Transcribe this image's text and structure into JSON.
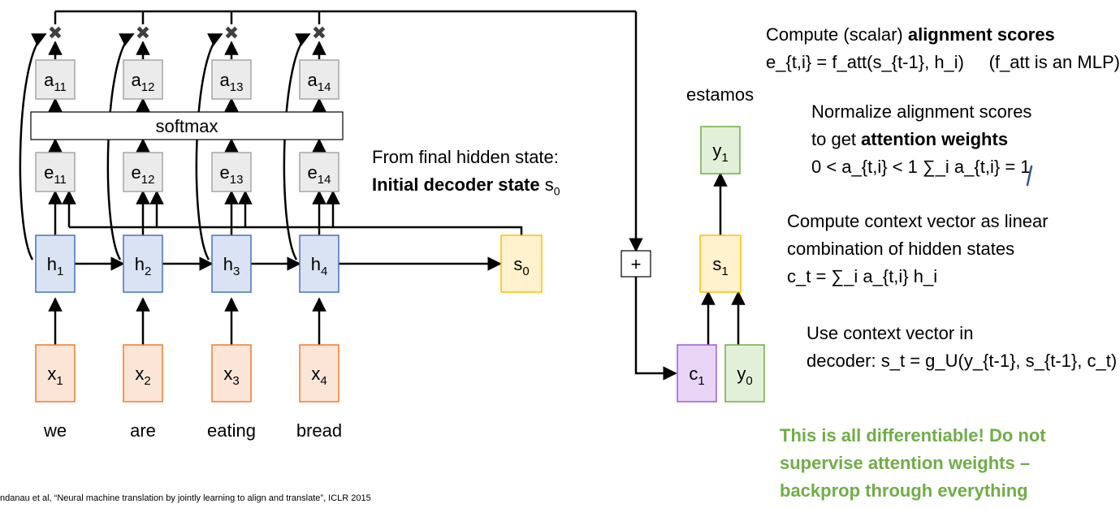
{
  "diagram": {
    "attention_labels": [
      {
        "base": "a",
        "sub": "11"
      },
      {
        "base": "a",
        "sub": "12"
      },
      {
        "base": "a",
        "sub": "13"
      },
      {
        "base": "a",
        "sub": "14"
      }
    ],
    "score_labels": [
      {
        "base": "e",
        "sub": "11"
      },
      {
        "base": "e",
        "sub": "12"
      },
      {
        "base": "e",
        "sub": "13"
      },
      {
        "base": "e",
        "sub": "14"
      }
    ],
    "hidden_labels": [
      {
        "base": "h",
        "sub": "1"
      },
      {
        "base": "h",
        "sub": "2"
      },
      {
        "base": "h",
        "sub": "3"
      },
      {
        "base": "h",
        "sub": "4"
      }
    ],
    "input_labels": [
      {
        "base": "x",
        "sub": "1"
      },
      {
        "base": "x",
        "sub": "2"
      },
      {
        "base": "x",
        "sub": "3"
      },
      {
        "base": "x",
        "sub": "4"
      }
    ],
    "words": [
      "we",
      "are",
      "eating",
      "bread"
    ],
    "softmax": "softmax",
    "s0": {
      "base": "s",
      "sub": "0"
    },
    "plus": "+",
    "c1": {
      "base": "c",
      "sub": "1"
    },
    "y0": {
      "base": "y",
      "sub": "0"
    },
    "s1": {
      "base": "s",
      "sub": "1"
    },
    "y1": {
      "base": "y",
      "sub": "1"
    },
    "output_word": "estamos",
    "multiply_symbol": "✖"
  },
  "notes": {
    "final_hidden_1": "From final hidden state:",
    "final_hidden_2a": "Initial decoder state",
    "final_hidden_2b": "s",
    "final_hidden_2c": "0",
    "align_title_a": "Compute (scalar)",
    "align_title_b": "alignment scores",
    "align_formula": "e_{t,i} = f_att(s_{t-1}, h_i)",
    "align_note": "(f_att is an MLP)",
    "normalize_1": "Normalize alignment scores",
    "normalize_2a": "to get",
    "normalize_2b": "attention weights",
    "normalize_3": "0 < a_{t,i} < 1   ∑_i a_{t,i} = 1",
    "context_1": "Compute context vector as linear",
    "context_2": "combination of hidden states",
    "context_3": "c_t = ∑_i a_{t,i} h_i",
    "use_1": "Use context vector in",
    "use_2": "decoder: s_t = g_U(y_{t-1}, s_{t-1}, c_t)",
    "green_1": "This is all differentiable! Do not",
    "green_2": "supervise attention weights –",
    "green_3": "backprop through everything",
    "citation": "ndanau et al, “Neural machine translation by jointly learning to align and translate”, ICLR 2015"
  },
  "colors": {
    "gray_box": "#ebebeb",
    "gray_stroke": "#a6a6a6",
    "blue_box": "#dae3f3",
    "blue_stroke": "#4472c4",
    "orange_box": "#fbe5d6",
    "orange_stroke": "#ed7d31",
    "yellow_box": "#fff2cc",
    "yellow_stroke": "#ffc000",
    "purple_box": "#e8d5f5",
    "purple_stroke": "#9d5bd2",
    "green_box": "#e2f0d9",
    "green_stroke": "#70ad47",
    "green_text": "#70ad47",
    "ink_blue": "#2f5597"
  }
}
